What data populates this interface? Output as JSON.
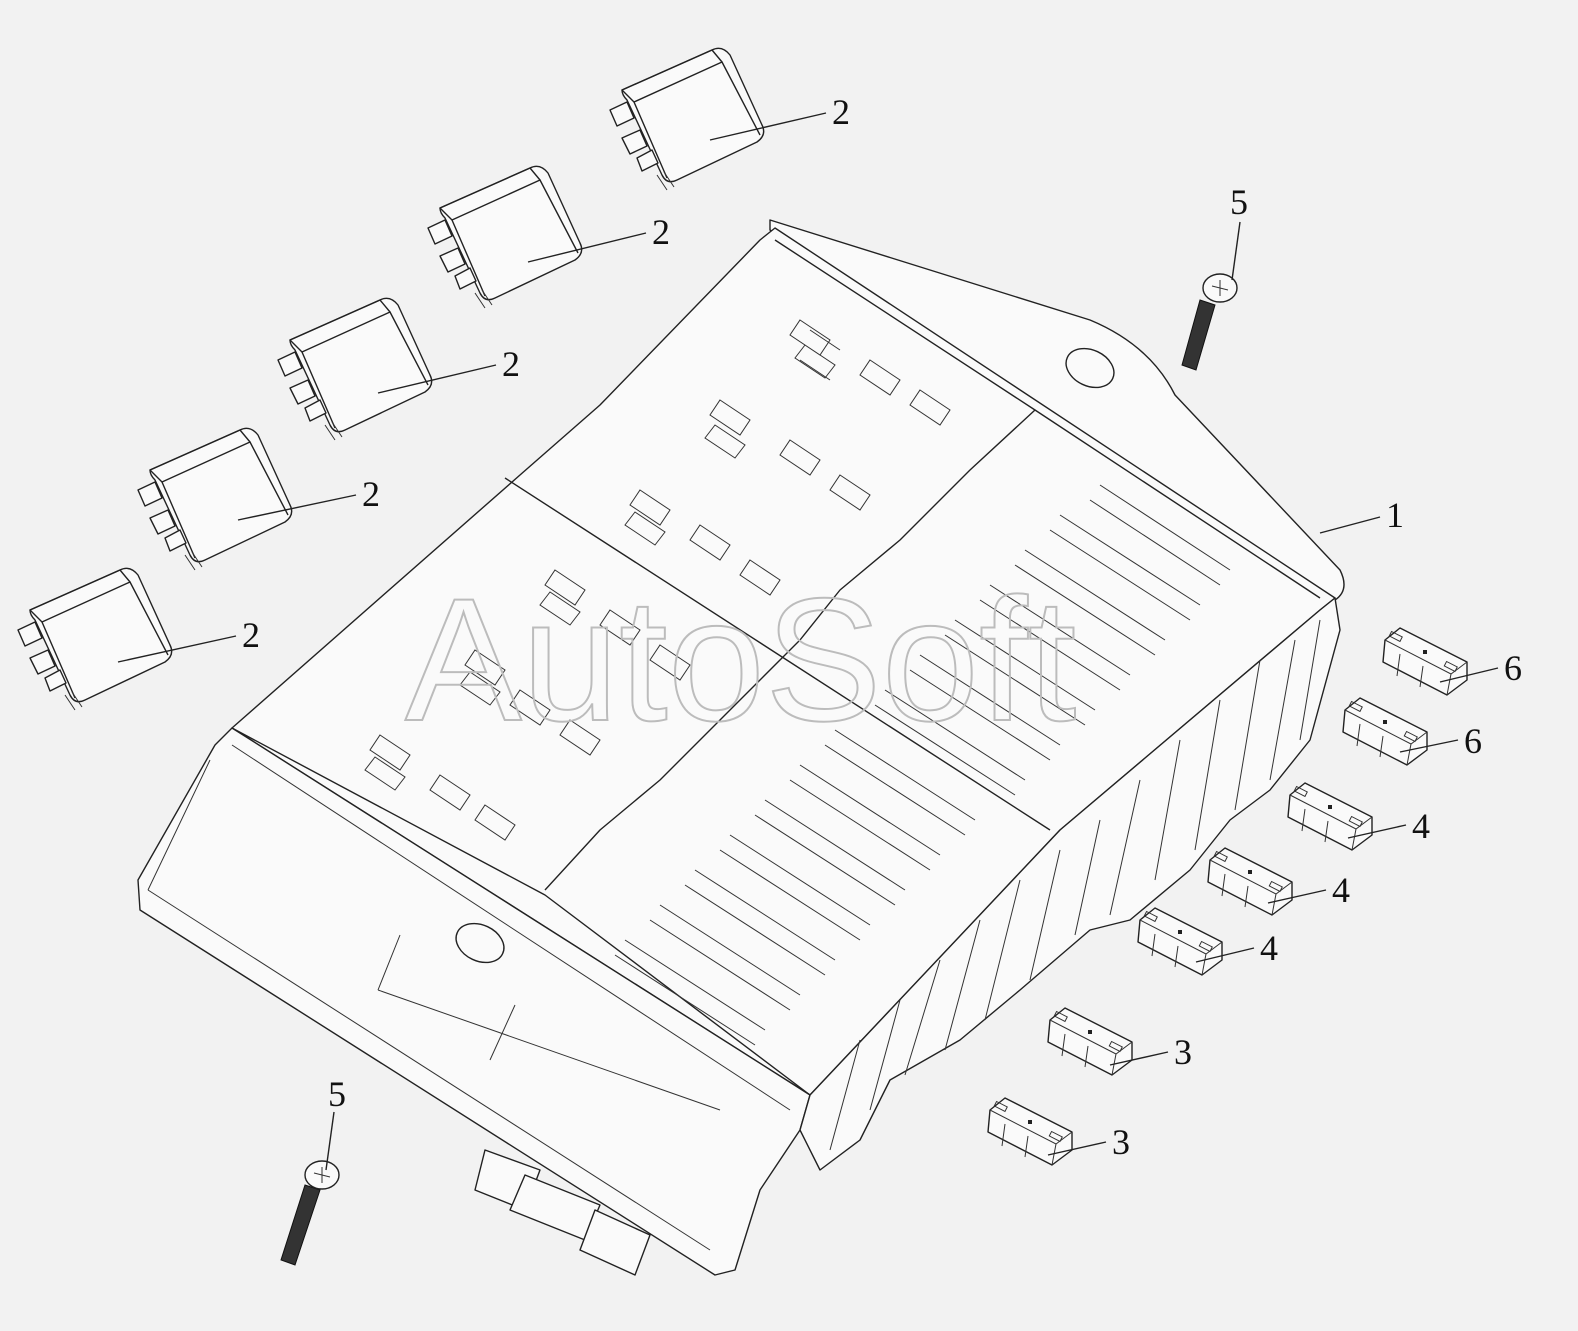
{
  "watermark": "AutoSoft",
  "callouts": [
    {
      "id": "c1",
      "label": "1"
    },
    {
      "id": "c2a",
      "label": "2"
    },
    {
      "id": "c2b",
      "label": "2"
    },
    {
      "id": "c2c",
      "label": "2"
    },
    {
      "id": "c2d",
      "label": "2"
    },
    {
      "id": "c2e",
      "label": "2"
    },
    {
      "id": "c3a",
      "label": "3"
    },
    {
      "id": "c3b",
      "label": "3"
    },
    {
      "id": "c4a",
      "label": "4"
    },
    {
      "id": "c4b",
      "label": "4"
    },
    {
      "id": "c4c",
      "label": "4"
    },
    {
      "id": "c5a",
      "label": "5"
    },
    {
      "id": "c5b",
      "label": "5"
    },
    {
      "id": "c6a",
      "label": "6"
    },
    {
      "id": "c6b",
      "label": "6"
    }
  ],
  "parts": {
    "fuse_box": "fuse-box-housing",
    "relays": "relay",
    "fuses": "blade-fuse",
    "screws": "mounting-screw"
  }
}
